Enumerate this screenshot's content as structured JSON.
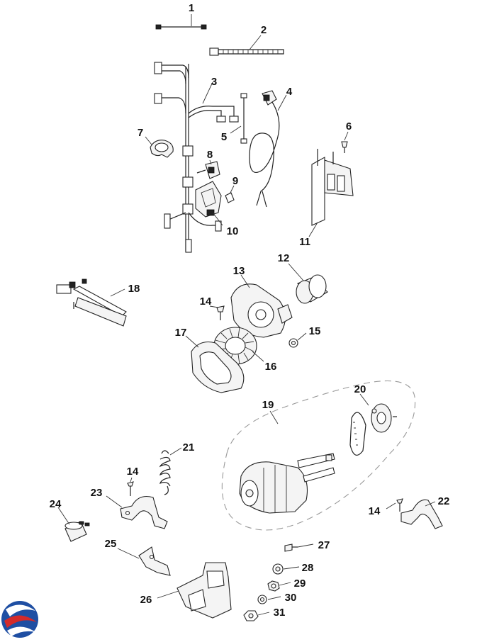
{
  "diagram": {
    "part_labels": [
      "1",
      "2",
      "3",
      "4",
      "5",
      "6",
      "7",
      "8",
      "9",
      "10",
      "11",
      "12",
      "13",
      "14",
      "15",
      "16",
      "17",
      "18",
      "19",
      "20",
      "21",
      "22",
      "23",
      "24",
      "25",
      "26",
      "27",
      "28",
      "29",
      "30",
      "31"
    ]
  },
  "brand": {
    "logo_icon": "swirl-logo-icon",
    "colors": {
      "blue": "#1f4fa3",
      "red": "#d42a2a"
    }
  }
}
